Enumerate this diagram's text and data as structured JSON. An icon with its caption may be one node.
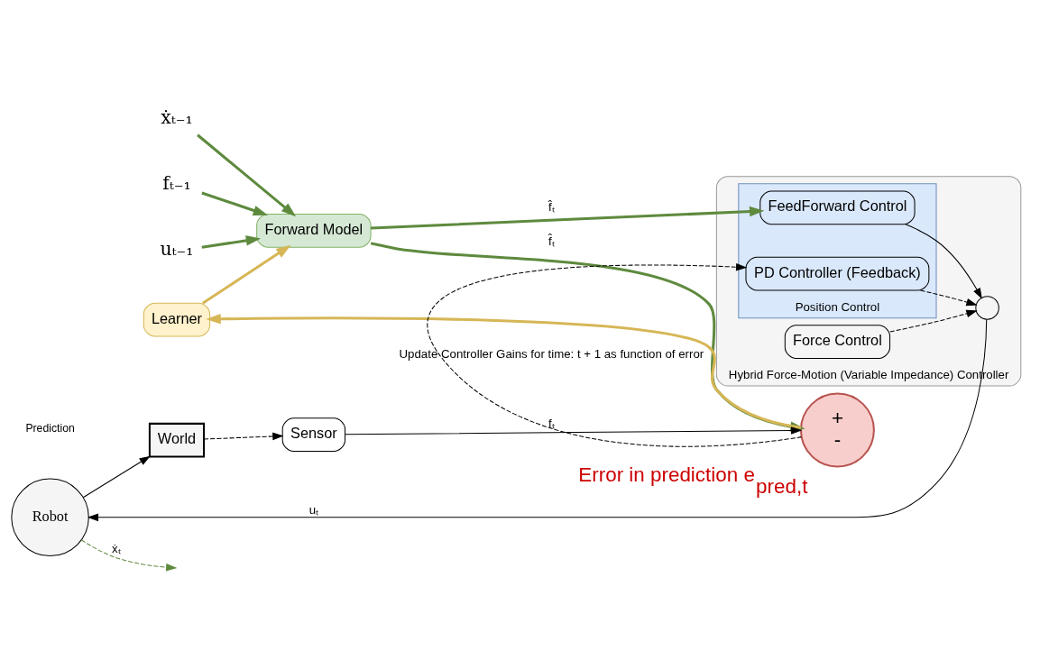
{
  "diagram": {
    "nodes": [
      {
        "text": [
          "Learner"
        ]
      },
      {
        "text": [
          "Forward Model"
        ]
      },
      {
        "text": [
          "+",
          "-"
        ],
        "beside": [
          "Error in prediction e$_{pred,t}$"
        ]
      },
      {
        "text": [
          "Sensor"
        ]
      },
      {
        "text": [
          "Hybrid Force-Motion (Variable Impedance) Controller"
        ]
      },
      {
        "text": [
          "Position Control"
        ],
        "in": 4
      },
      {
        "text": [
          "PD Controller (Feedback)"
        ],
        "in": 5
      },
      {
        "text": [
          "FeedForward Control"
        ],
        "in": 5
      },
      {
        "text": [
          "Force Control"
        ],
        "in": 4
      },
      {
        "text": [],
        "shape": "circle",
        "in": 4
      },
      {
        "text": [
          "Robot"
        ]
      },
      {
        "text": [
          "World"
        ]
      },
      {
        "text": [
          "fₜ₋₁"
        ]
      },
      {
        "text": [
          "uₜ₋₁"
        ]
      },
      {
        "text": [
          "ẋₜ₋₁"
        ]
      }
    ],
    "edges": [
      {
        "from": 12,
        "to": 1,
        "arrow": "to",
        "style": "thick",
        "color": "#5e8a3e"
      },
      {
        "from": 13,
        "to": 1,
        "arrow": "to",
        "style": "thick",
        "color": "#5e8a3e"
      },
      {
        "from": 14,
        "to": 1,
        "arrow": "to",
        "style": "thick",
        "color": "#5e8a3e"
      },
      {
        "from": 1,
        "to": 2,
        "arrow": "to",
        "label": "f̂ₜ",
        "style": "thick",
        "color": "#5e8a3e"
      },
      {
        "from": 1,
        "to": 7,
        "arrow": "to",
        "label": "f̂ₜ",
        "style": "thick",
        "color": "#5e8a3e"
      },
      {
        "from": 2,
        "to": 0,
        "arrow": "to",
        "style": "thick",
        "color": "#d6b656"
      },
      {
        "from": 0,
        "to": 1,
        "arrow": "to",
        "style": "thick",
        "color": "#d6b656"
      },
      {
        "from": 3,
        "to": 2,
        "arrow": "to",
        "label": "fₜ"
      },
      {
        "from": 2,
        "to": 6,
        "arrow": "to",
        "style": "dashed",
        "label": "Update Controller Gains for time: t + 1 as function of error"
      },
      {
        "from": 6,
        "to": 9,
        "arrow": "to",
        "style": "dashed"
      },
      {
        "from": 7,
        "to": 9,
        "arrow": "to"
      },
      {
        "from": 8,
        "to": 9,
        "arrow": "to",
        "style": "dashed"
      },
      {
        "from": 9,
        "to": 10,
        "arrow": "to",
        "label": "uₜ"
      },
      {
        "from": 10,
        "to": 11,
        "arrow": "to"
      },
      {
        "from": 11,
        "to": 3,
        "arrow": "to",
        "style": "dashed"
      },
      {
        "from": 10,
        "to": null,
        "arrow": "to",
        "style": "dashed",
        "color": "#5e8a3e",
        "label": "ẋₜ"
      }
    ],
    "labels": [
      "Prediction"
    ]
  }
}
